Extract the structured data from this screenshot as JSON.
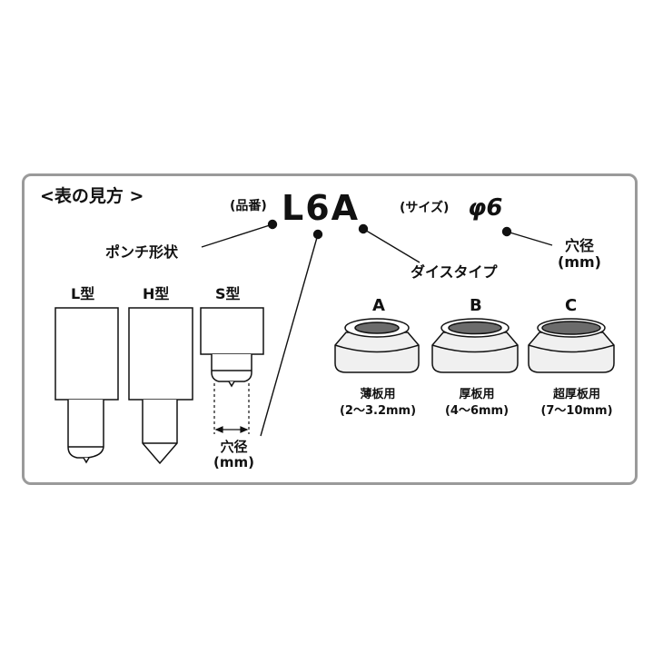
{
  "heading": "<表の見方 >",
  "code": {
    "prefix": "(品番)",
    "value": "L6A"
  },
  "size": {
    "prefix": "(サイズ)",
    "value": "φ6"
  },
  "labels": {
    "punch_shape": "ポンチ形状",
    "die_type": "ダイスタイプ",
    "hole_diameter": "穴径",
    "unit": "(mm)"
  },
  "punches": [
    {
      "type": "L型"
    },
    {
      "type": "H型"
    },
    {
      "type": "S型"
    }
  ],
  "dies": [
    {
      "type": "A",
      "use": "薄板用",
      "range": "(2〜3.2mm)"
    },
    {
      "type": "B",
      "use": "厚板用",
      "range": "(4〜6mm)"
    },
    {
      "type": "C",
      "use": "超厚板用",
      "range": "(7〜10mm)"
    }
  ]
}
